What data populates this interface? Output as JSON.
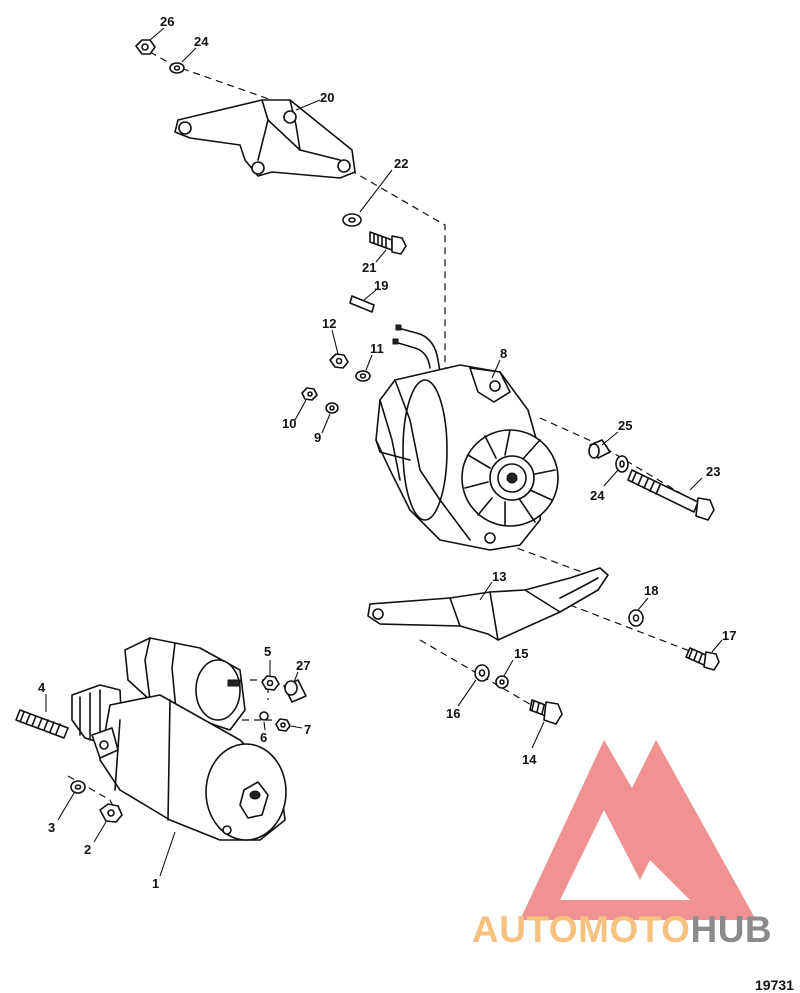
{
  "figure_number": "19731",
  "watermark": {
    "text_part1": "AUTOMOTO",
    "text_part2": "HUB",
    "color_part1": "#f6c27f",
    "color_part2": "#8b8b8b",
    "logo_color": "#ef7f7f"
  },
  "callouts": {
    "c1": "1",
    "c2": "2",
    "c3": "3",
    "c4": "4",
    "c5": "5",
    "c6": "6",
    "c7": "7",
    "c8": "8",
    "c9": "9",
    "c10": "10",
    "c11": "11",
    "c12": "12",
    "c13": "13",
    "c14": "14",
    "c15": "15",
    "c16": "16",
    "c17": "17",
    "c18": "18",
    "c19": "19",
    "c20": "20",
    "c21": "21",
    "c22": "22",
    "c23": "23",
    "c24a": "24",
    "c24b": "24",
    "c25": "25",
    "c26": "26",
    "c27": "27"
  }
}
